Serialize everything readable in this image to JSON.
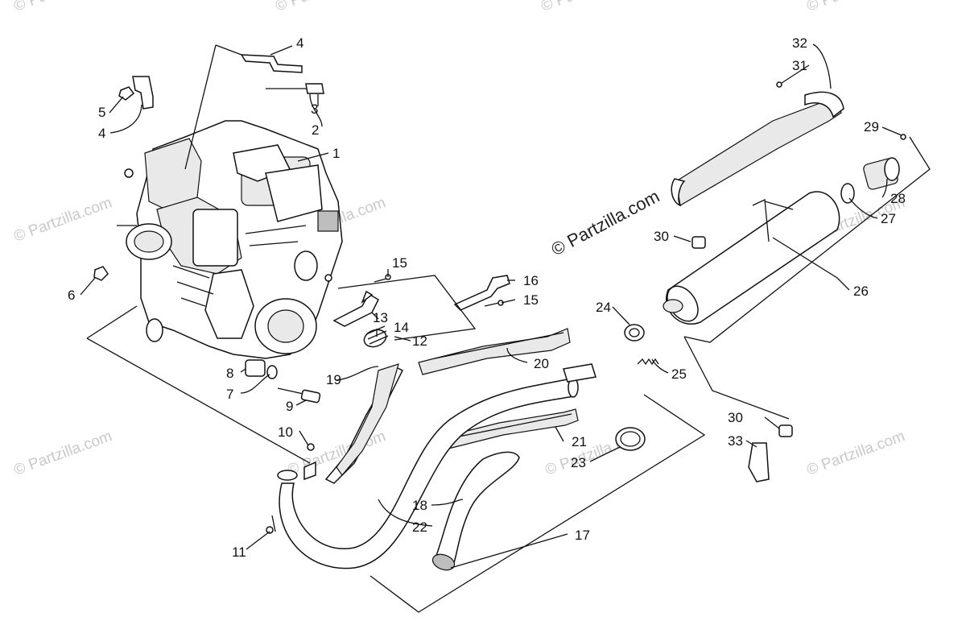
{
  "watermark_main": "© Partzilla.com",
  "watermark_faint": "© Partzilla.com",
  "callouts": {
    "c1": "1",
    "c2": "2",
    "c3": "3",
    "c4a": "4",
    "c4b": "4",
    "c5": "5",
    "c6": "6",
    "c7": "7",
    "c8": "8",
    "c9": "9",
    "c10": "10",
    "c11": "11",
    "c12": "12",
    "c13": "13",
    "c14": "14",
    "c15a": "15",
    "c15b": "15",
    "c16": "16",
    "c17": "17",
    "c18": "18",
    "c19": "19",
    "c20": "20",
    "c21": "21",
    "c22": "22",
    "c23": "23",
    "c24": "24",
    "c25": "25",
    "c26": "26",
    "c27": "27",
    "c28": "28",
    "c29": "29",
    "c30a": "30",
    "c30b": "30",
    "c31": "31",
    "c32": "32",
    "c33": "33"
  }
}
